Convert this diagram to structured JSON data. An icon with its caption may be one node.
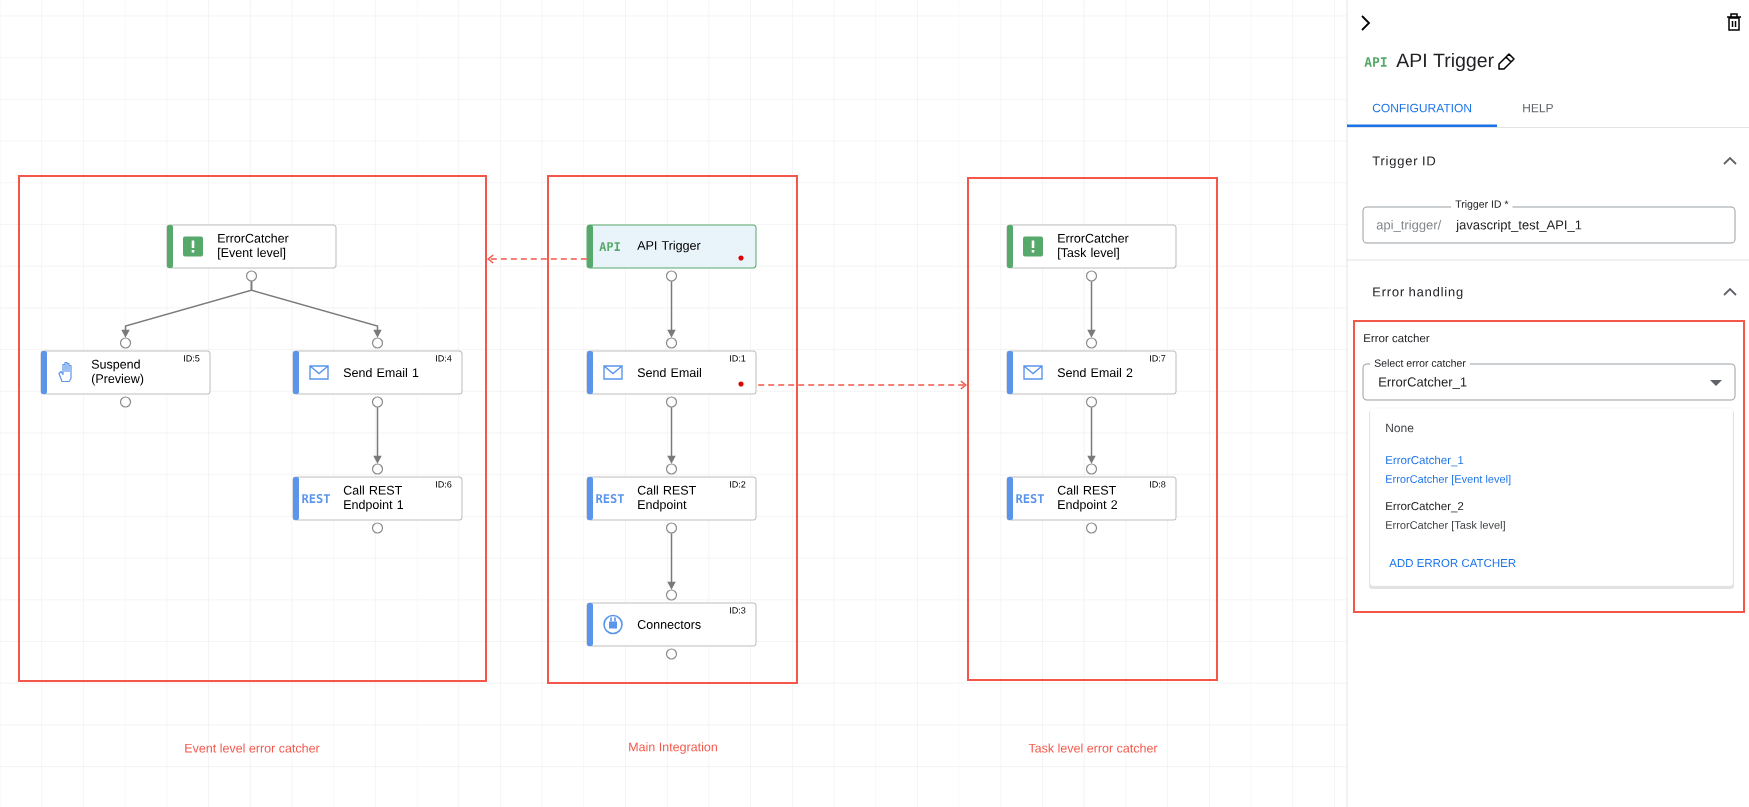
{
  "diagram": {
    "nodes": [
      {
        "text": [],
        "shape": "box"
      },
      {
        "text": [
          "ErrorCatcher [Event level]"
        ],
        "in": 0
      },
      {
        "text": [
          "Suspend (Preview)",
          "ID:5"
        ],
        "in": 0
      },
      {
        "text": [
          "Send Email 1",
          "ID:4"
        ],
        "in": 0
      },
      {
        "text": [
          "REST",
          "Call REST Endpoint 1",
          "ID:6"
        ],
        "in": 0
      },
      {
        "text": [],
        "shape": "box"
      },
      {
        "text": [
          "API",
          "API Trigger"
        ],
        "in": 5
      },
      {
        "text": [
          "Send Email",
          "ID:1"
        ],
        "in": 5
      },
      {
        "text": [
          "REST",
          "Call REST Endpoint",
          "ID:2"
        ],
        "in": 5
      },
      {
        "text": [
          "Connectors",
          "ID:3"
        ],
        "in": 5
      },
      {
        "text": [],
        "shape": "box"
      },
      {
        "text": [
          "ErrorCatcher [Task level]"
        ],
        "in": 10
      },
      {
        "text": [
          "Send Email 2",
          "ID:7"
        ],
        "in": 10
      },
      {
        "text": [
          "REST",
          "Call REST Endpoint 2",
          "ID:8"
        ],
        "in": 10
      }
    ],
    "edges": [
      {
        "from": 6,
        "to": 0,
        "arrow": "to",
        "style": "dashed",
        "color": "#f4574a"
      },
      {
        "from": 7,
        "to": 10,
        "arrow": "to",
        "style": "dashed",
        "color": "#f4574a"
      },
      {
        "from": 1,
        "to": 2,
        "arrow": "to"
      },
      {
        "from": 1,
        "to": 3,
        "arrow": "to"
      },
      {
        "from": 3,
        "to": 4,
        "arrow": "to"
      },
      {
        "from": 6,
        "to": 7,
        "arrow": "to"
      },
      {
        "from": 7,
        "to": 8,
        "arrow": "to"
      },
      {
        "from": 8,
        "to": 9,
        "arrow": "to"
      },
      {
        "from": 11,
        "to": 12,
        "arrow": "to"
      },
      {
        "from": 12,
        "to": 13,
        "arrow": "to"
      }
    ],
    "labels": [
      "API",
      "API Trigger",
      "CONFIGURATION",
      "HELP",
      "Trigger ID",
      "Trigger ID *",
      "api_trigger/",
      "javascript_test_API_1",
      "Error handling",
      "Error catcher",
      "Select error catcher",
      "ErrorCatcher_1",
      "None",
      "ErrorCatcher_1",
      "ErrorCatcher [Event level]",
      "ErrorCatcher_2",
      "ErrorCatcher [Task level]",
      "ADD ERROR CATCHER",
      "Event level error catcher",
      "Main Integration",
      "Task level error catcher"
    ]
  }
}
